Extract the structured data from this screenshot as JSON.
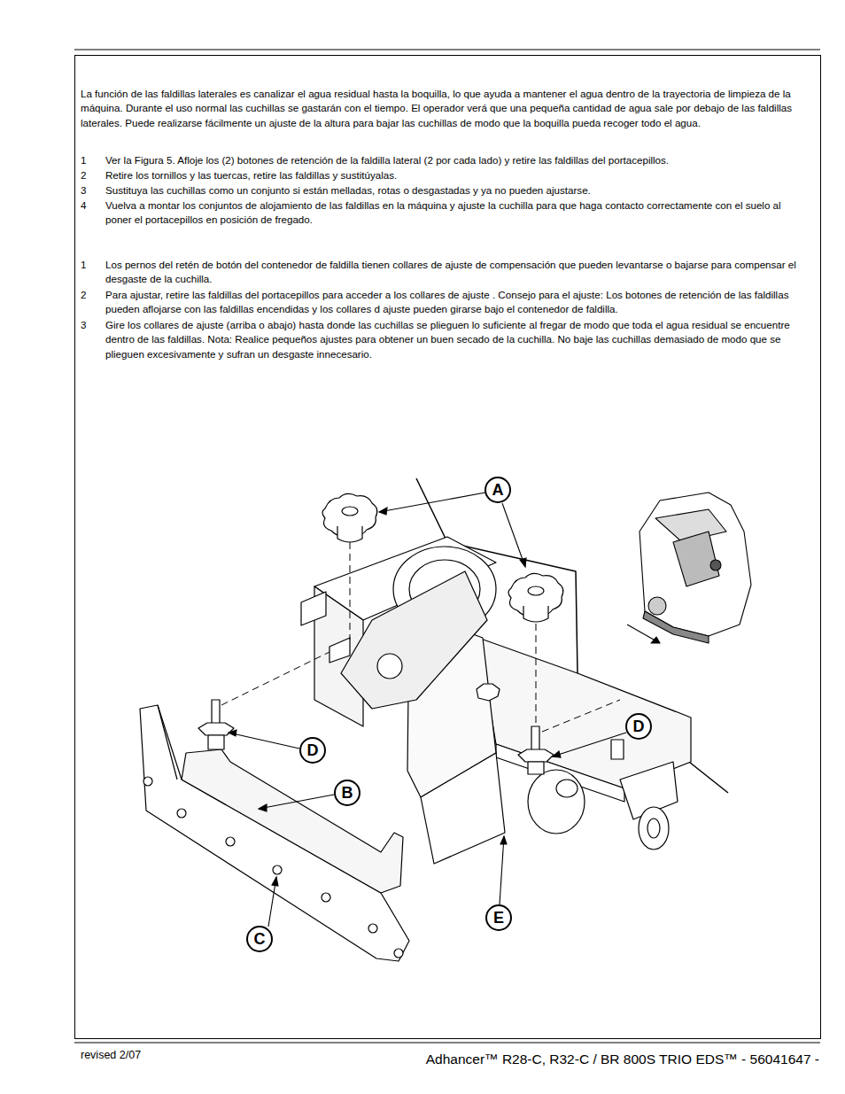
{
  "diagram": {
    "nodes": [
      {
        "text": [
          "A"
        ]
      },
      {
        "text": [
          "D"
        ]
      },
      {
        "text": [
          "D"
        ]
      },
      {
        "text": [
          "B"
        ]
      },
      {
        "text": [
          "E"
        ]
      },
      {
        "text": [
          "C"
        ]
      }
    ],
    "labels": [
      "La función de las faldillas laterales es canalizar el agua residual hasta la boquilla, lo que ayuda a mantener el agua dentro de la trayectoria de limpieza de la máquina. Durante el uso normal las cuchillas se gastarán con el tiempo. El operador verá que una pequeña cantidad de agua sale por debajo de las faldillas laterales. Puede realizarse fácilmente un ajuste de la altura para bajar las cuchillas de modo que la boquilla pueda recoger todo el agua.",
      "1",
      "Ver la Figura 5. Afloje los (2) botones de retención de la faldilla lateral (2 por cada lado) y retire las faldillas del portacepillos.",
      "2",
      "Retire los tornillos y las tuercas, retire las faldillas y sustitúyalas.",
      "3",
      "Sustituya las cuchillas como un conjunto si están melladas, rotas o desgastadas y ya no pueden ajustarse.",
      "4",
      "Vuelva a montar los conjuntos de alojamiento de las faldillas en la máquina y ajuste la cuchilla para que haga contacto correctamente con el suelo al poner el portacepillos en posición de fregado.",
      "1",
      "Los pernos del retén de botón del contenedor de faldilla tienen collares de ajuste de compensación que pueden levantarse o bajarse para compensar el desgaste de la cuchilla.",
      "2",
      "Para ajustar, retire las faldillas del portacepillos para acceder a los collares de ajuste . Consejo para el ajuste: Los botones de retención de las faldillas pueden aflojarse con las faldillas encendidas y los collares d ajuste pueden girarse bajo el contenedor de faldilla.",
      "3",
      "Gire los collares de ajuste (arriba o abajo) hasta donde las cuchillas se plieguen lo suficiente al fregar de modo que toda el agua residual se encuentre dentro de las faldillas. Nota: Realice pequeños ajustes para obtener un buen secado de la cuchilla. No baje las cuchillas demasiado de modo que se plieguen excesivamente y sufran un desgaste innecesario.",
      "revised 2/07",
      "Adhancer™ R28-C, R32-C / BR 800S TRIO EDS™ - 56041647 -"
    ]
  }
}
